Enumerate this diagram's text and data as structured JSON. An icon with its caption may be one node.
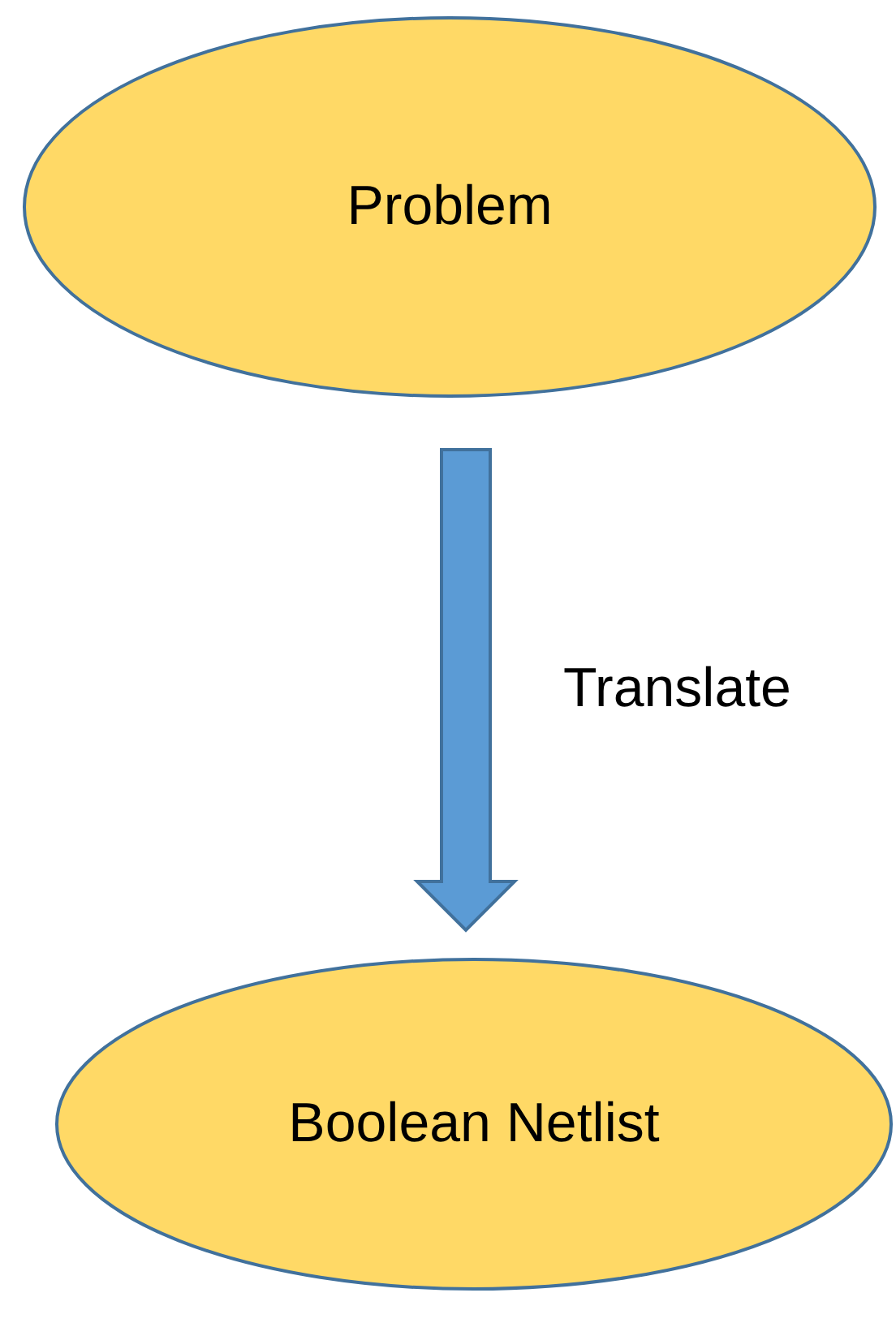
{
  "diagram": {
    "nodes": [
      {
        "text": [
          "Problem"
        ]
      },
      {
        "text": [
          "Boolean Netlist"
        ]
      }
    ],
    "edges": [
      {
        "from": 0,
        "to": 1,
        "arrow": "to",
        "label": "Translate",
        "style": "thick"
      }
    ]
  }
}
